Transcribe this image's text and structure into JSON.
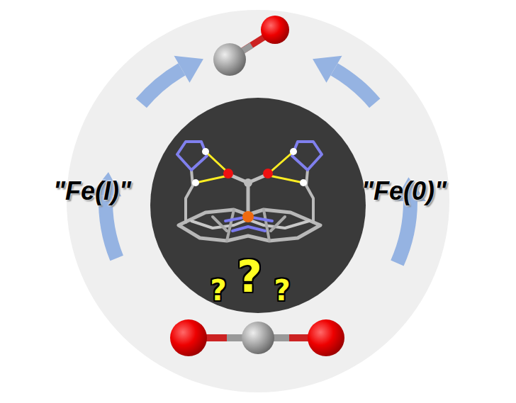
{
  "diagram": {
    "labels": [
      "\"Fe(I)\"",
      "\"Fe(0)\"",
      "?",
      "?",
      "?"
    ]
  }
}
